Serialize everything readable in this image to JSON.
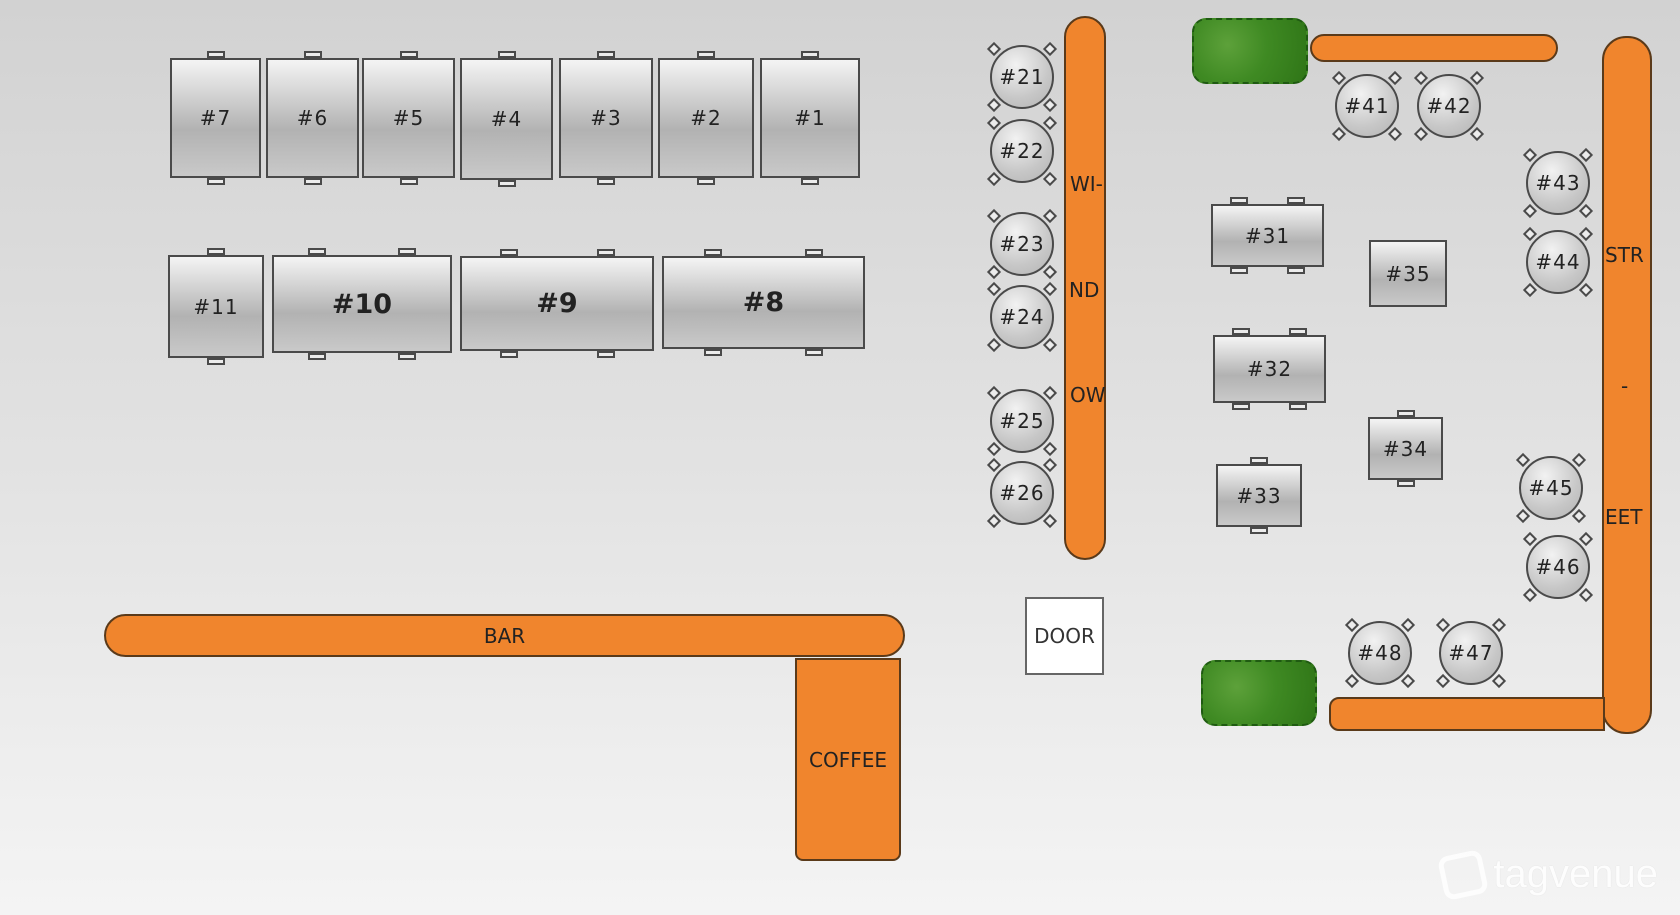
{
  "floor_plan": {
    "tables_rect": [
      {
        "id": "t7",
        "label": "#7",
        "chairs": 2,
        "big": false
      },
      {
        "id": "t6",
        "label": "#6",
        "chairs": 2,
        "big": false
      },
      {
        "id": "t5",
        "label": "#5",
        "chairs": 2,
        "big": false
      },
      {
        "id": "t4",
        "label": "#4",
        "chairs": 2,
        "big": false
      },
      {
        "id": "t3",
        "label": "#3",
        "chairs": 2,
        "big": false
      },
      {
        "id": "t2",
        "label": "#2",
        "chairs": 2,
        "big": false
      },
      {
        "id": "t1",
        "label": "#1",
        "chairs": 2,
        "big": false
      },
      {
        "id": "t11",
        "label": "#11",
        "chairs": 2,
        "big": false
      },
      {
        "id": "t10",
        "label": "#10",
        "chairs": 4,
        "big": true
      },
      {
        "id": "t9",
        "label": "#9",
        "chairs": 4,
        "big": true
      },
      {
        "id": "t8",
        "label": "#8",
        "chairs": 4,
        "big": true
      },
      {
        "id": "t31",
        "label": "#31",
        "chairs": 4,
        "big": false
      },
      {
        "id": "t32",
        "label": "#32",
        "chairs": 4,
        "big": false
      },
      {
        "id": "t33",
        "label": "#33",
        "chairs": 2,
        "big": false
      },
      {
        "id": "t34",
        "label": "#34",
        "chairs": 2,
        "big": false
      },
      {
        "id": "t35",
        "label": "#35",
        "chairs": 0,
        "big": false
      }
    ],
    "tables_round": [
      {
        "id": "t21",
        "label": "#21"
      },
      {
        "id": "t22",
        "label": "#22"
      },
      {
        "id": "t23",
        "label": "#23"
      },
      {
        "id": "t24",
        "label": "#24"
      },
      {
        "id": "t25",
        "label": "#25"
      },
      {
        "id": "t26",
        "label": "#26"
      },
      {
        "id": "t41",
        "label": "#41"
      },
      {
        "id": "t42",
        "label": "#42"
      },
      {
        "id": "t43",
        "label": "#43"
      },
      {
        "id": "t44",
        "label": "#44"
      },
      {
        "id": "t45",
        "label": "#45"
      },
      {
        "id": "t46",
        "label": "#46"
      },
      {
        "id": "t47",
        "label": "#47"
      },
      {
        "id": "t48",
        "label": "#48"
      }
    ],
    "bar_label": "BAR",
    "coffee_label": "COFFEE",
    "door_label": "DOOR",
    "window_letters": [
      "WI-",
      "ND",
      "OW"
    ],
    "street_letters": [
      "STR",
      "-",
      "EET"
    ]
  },
  "watermark": "tagvenue",
  "colors": {
    "counter": "#f0852d",
    "plant": "#3f8a23",
    "table": "#b8b8b8"
  }
}
